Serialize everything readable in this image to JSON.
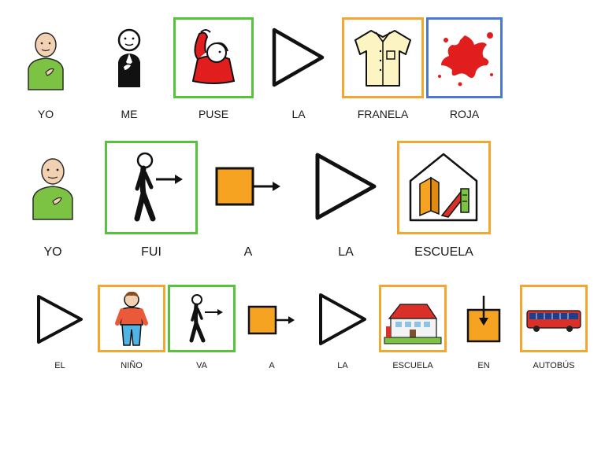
{
  "rows": [
    {
      "words": [
        "YO",
        "ME",
        "PUSE",
        "LA",
        "FRANELA",
        "ROJA"
      ]
    },
    {
      "words": [
        "YO",
        "FUI",
        "A",
        "LA",
        "ESCUELA"
      ]
    },
    {
      "words": [
        "EL",
        "NIÑO",
        "VA",
        "A",
        "LA",
        "ESCUELA",
        "EN",
        "AUTOBÚS"
      ]
    }
  ],
  "colors": {
    "verb_frame": "#55c43c",
    "noun_frame": "#f0a830",
    "adjective_frame": "#4a78d6",
    "preposition_fill": "#f5a320",
    "skin": "#f2d1b3",
    "green_shirt": "#7cc243",
    "red": "#e11d1d"
  },
  "icons": {
    "row1": [
      "person-self-icon",
      "person-myself-icon",
      "put-on-shirt-icon",
      "triangle-article-icon",
      "shirt-icon",
      "red-splash-icon"
    ],
    "row2": [
      "person-self-icon",
      "walk-right-icon",
      "orange-square-arrow-icon",
      "triangle-article-icon",
      "school-icon"
    ],
    "row3": [
      "triangle-article-icon",
      "boy-icon",
      "walk-right-icon",
      "orange-square-arrow-icon",
      "triangle-article-icon",
      "school-building-icon",
      "orange-square-down-arrow-icon",
      "bus-icon"
    ]
  }
}
